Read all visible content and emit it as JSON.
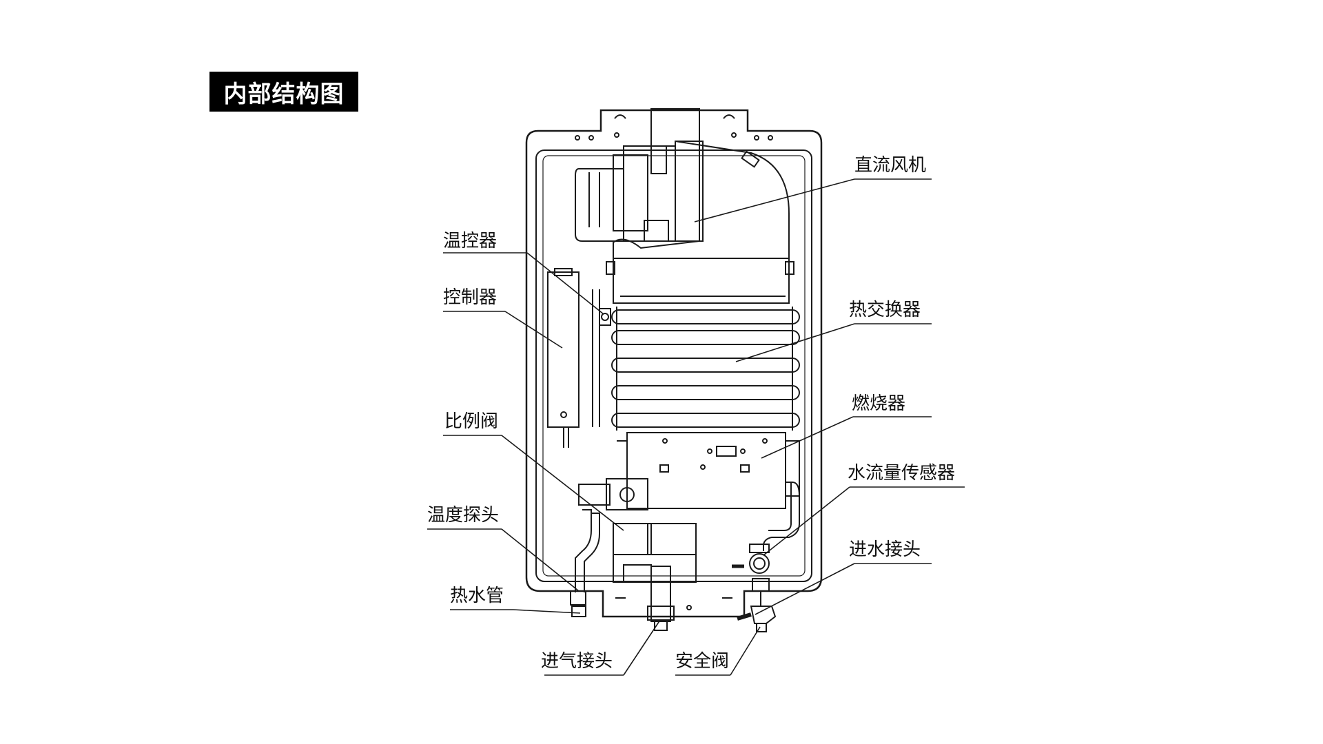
{
  "title": "内部结构图",
  "labels": {
    "fan": "直流风机",
    "thermostat": "温控器",
    "controller": "控制器",
    "heat_exchanger": "热交换器",
    "burner": "燃烧器",
    "proportional_valve": "比例阀",
    "water_flow_sensor": "水流量传感器",
    "temp_probe": "温度探头",
    "water_inlet": "进水接头",
    "hot_water_pipe": "热水管",
    "gas_inlet": "进气接头",
    "safety_valve": "安全阀"
  },
  "colors": {
    "stroke": "#1a1a1a",
    "title_bg": "#000000",
    "title_fg": "#ffffff"
  }
}
